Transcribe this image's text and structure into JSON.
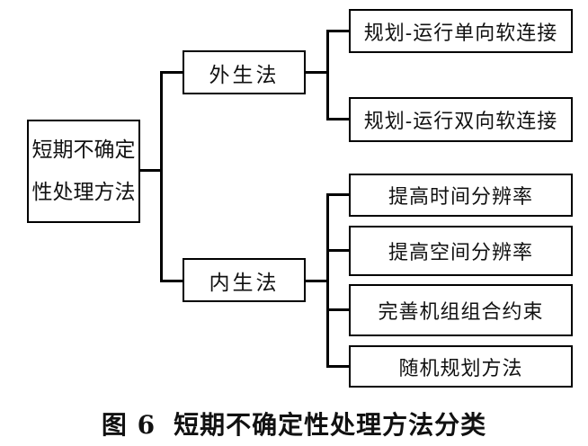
{
  "figure": {
    "root": {
      "line1": "短期不确定",
      "line2": "性处理方法"
    },
    "branches": [
      {
        "label": "外生法",
        "children": [
          "规划-运行单向软连接",
          "规划-运行双向软连接"
        ]
      },
      {
        "label": "内生法",
        "children": [
          "提高时间分辨率",
          "提高空间分辨率",
          "完善机组组合约束",
          "随机规划方法"
        ]
      }
    ],
    "caption": {
      "number": "图 6",
      "title": "短期不确定性处理方法分类"
    }
  },
  "colors": {
    "line": "#000000",
    "text": "#111111",
    "background": "#ffffff"
  }
}
